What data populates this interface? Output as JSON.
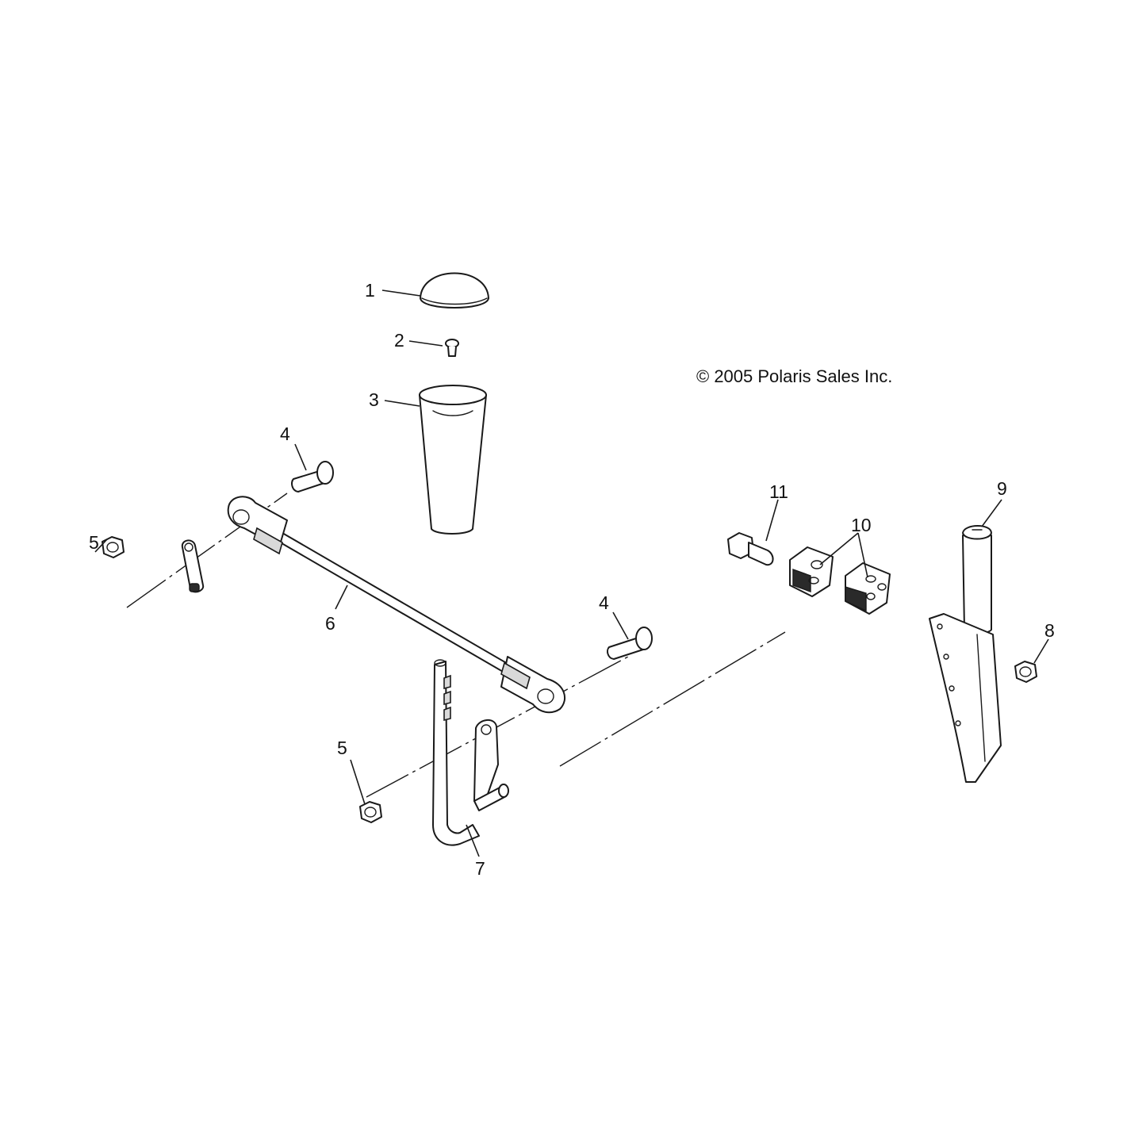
{
  "diagram": {
    "copyright": "© 2005 Polaris Sales Inc.",
    "callouts": {
      "c1": "1",
      "c2": "2",
      "c3": "3",
      "c4a": "4",
      "c4b": "4",
      "c5a": "5",
      "c5b": "5",
      "c6": "6",
      "c7": "7",
      "c8": "8",
      "c9": "9",
      "c10": "10",
      "c11": "11"
    }
  }
}
